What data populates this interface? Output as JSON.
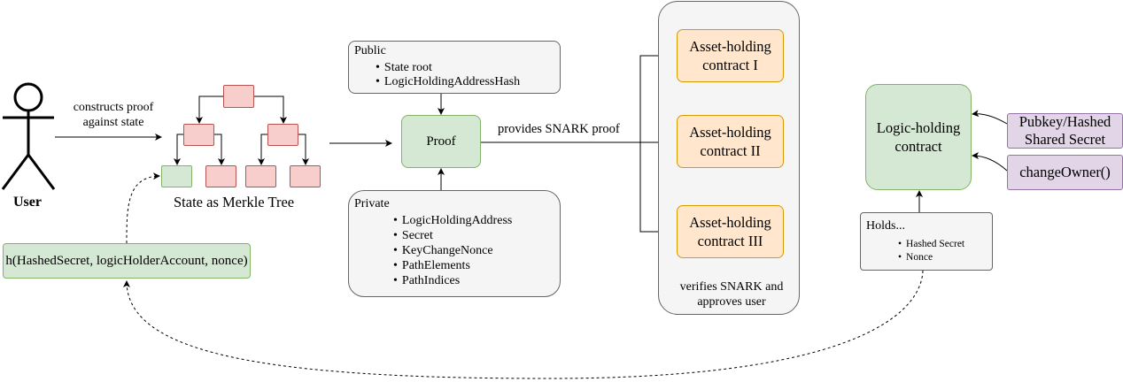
{
  "user": {
    "label": "User"
  },
  "edges": {
    "constructs_proof": "constructs proof\nagainst state",
    "provides_proof": "provides SNARK proof"
  },
  "merkle": {
    "caption": "State as Merkle Tree"
  },
  "hash": {
    "label": "h(HashedSecret, logicHolderAccount, nonce)"
  },
  "public": {
    "title": "Public",
    "items": [
      "State root",
      "LogicHoldingAddressHash"
    ]
  },
  "proof": {
    "label": "Proof"
  },
  "private": {
    "title": "Private",
    "items": [
      "LogicHoldingAddress",
      "Secret",
      "KeyChangeNonce",
      "PathElements",
      "PathIndices"
    ]
  },
  "contracts": {
    "items": [
      "Asset-holding\ncontract I",
      "Asset-holding\ncontract II",
      "Asset-holding\ncontract III"
    ],
    "footer": "verifies SNARK and\napproves user"
  },
  "logic": {
    "label": "Logic-holding\ncontract"
  },
  "pubkey": {
    "label": "Pubkey/Hashed\nShared Secret"
  },
  "change_owner": {
    "label": "changeOwner()"
  },
  "holds": {
    "title": "Holds...",
    "items": [
      "Hashed Secret",
      "Nonce"
    ]
  },
  "colors": {
    "green_fill": "#d5e8d4",
    "green_stroke": "#82b366",
    "red_fill": "#f8cecc",
    "red_stroke": "#b85450",
    "orange_fill": "#ffe6cc",
    "orange_stroke": "#d79b00",
    "purple_fill": "#e1d5e7",
    "purple_stroke": "#9673a6",
    "grey_fill": "#f5f5f5",
    "grey_stroke": "#666666"
  }
}
